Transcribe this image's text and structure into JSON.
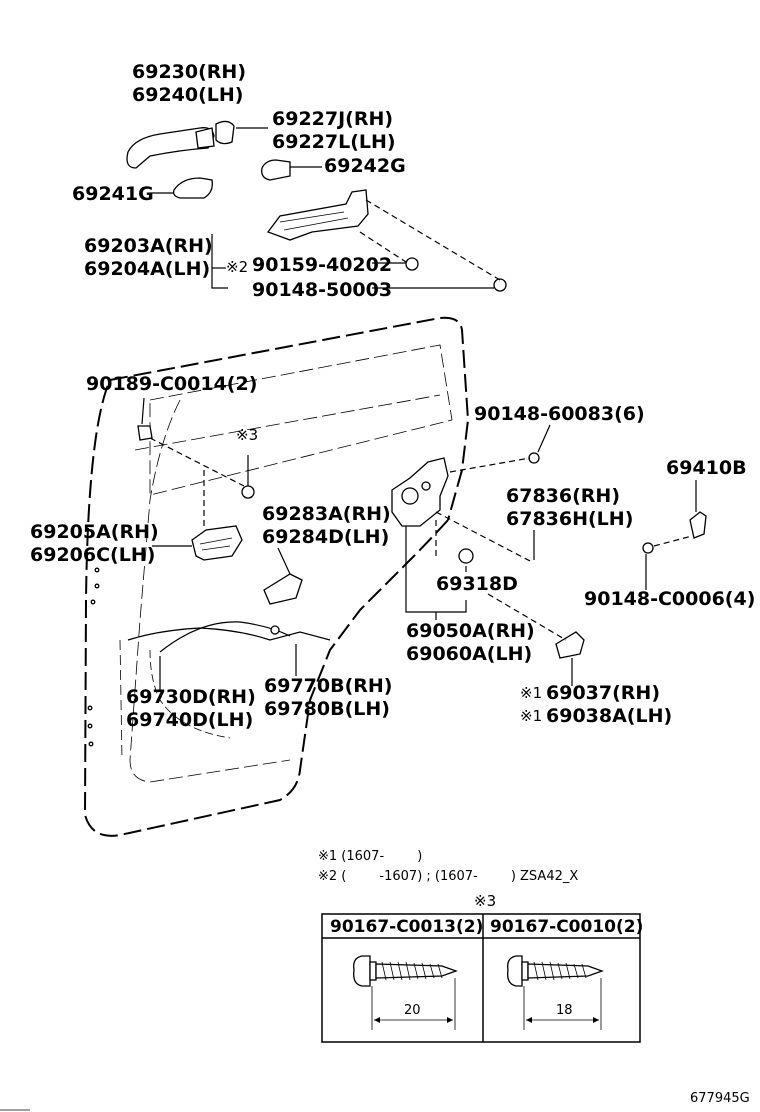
{
  "labels": {
    "handle_rh": "69230(RH)",
    "handle_lh": "69240(LH)",
    "cap_rh": "69227J(RH)",
    "cap_lh": "69227L(LH)",
    "pad_69242g": "69242G",
    "pad_69241g": "69241G",
    "frame_rh": "69203A(RH)",
    "frame_lh": "69204A(LH)",
    "bolt_90159": "90159-40202",
    "bolt_90159_mark": "※2",
    "bolt_90148_50003": "90148-50003",
    "clip_90189": "90189-C0014(2)",
    "screw_mark3": "※3",
    "screw_90148_60083": "90148-60083(6)",
    "stopper": "69410B",
    "stopper_screw": "90148-C0006(4)",
    "rod_rh": "67836(RH)",
    "rod_lh": "67836H(LH)",
    "inner_handle_rh": "69205A(RH)",
    "inner_handle_lh": "69206C(LH)",
    "cover_rh": "69283A(RH)",
    "cover_lh": "69284D(LH)",
    "grommet": "69318D",
    "lock_rh": "69050A(RH)",
    "lock_lh": "69060A(LH)",
    "cable_rh": "69730D(RH)",
    "cable_lh": "69740D(LH)",
    "cable2_rh": "69770B(RH)",
    "cable2_lh": "69780B(LH)",
    "bracket_rh": "69037(RH)",
    "bracket_lh": "69038A(LH)",
    "bracket_mark": "※1"
  },
  "notes": {
    "note1": "※1 (1607-        )",
    "note2": "※2 (        -1607) ; (1607-        ) ZSA42_X",
    "table_title": "※3"
  },
  "screw_table": {
    "col1_header": "90167-C0013(2)",
    "col2_header": "90167-C0010(2)",
    "col1_length": "20",
    "col2_length": "18"
  },
  "diagram_id": "677945G"
}
